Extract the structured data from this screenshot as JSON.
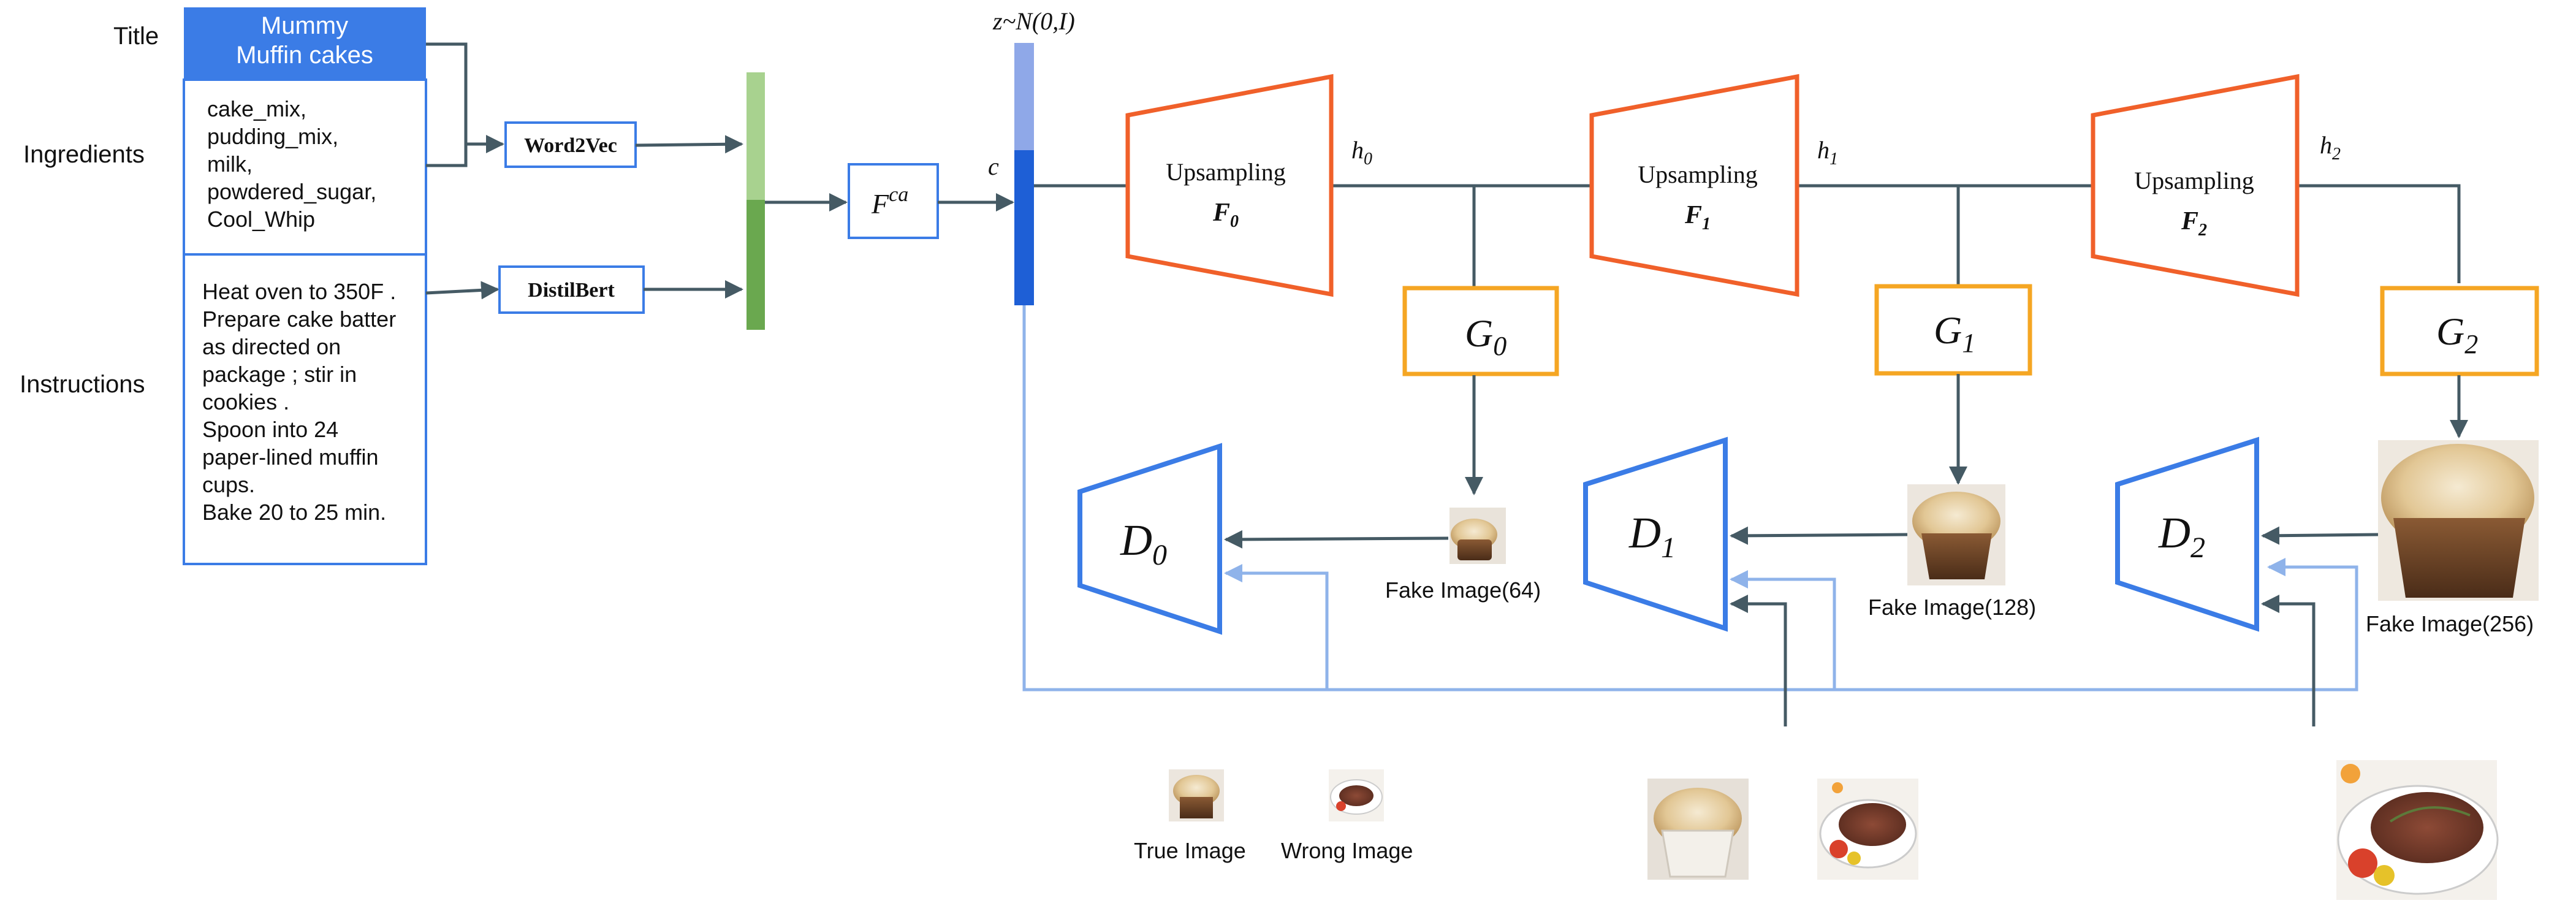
{
  "left_labels": {
    "title": "Title",
    "ingredients": "Ingredients",
    "instructions": "Instructions"
  },
  "recipe": {
    "title_lines": [
      "Mummy",
      "Muffin cakes"
    ],
    "ingredients": [
      "cake_mix,",
      "pudding_mix,",
      "milk,",
      "powdered_sugar,",
      "Cool_Whip"
    ],
    "instructions": [
      "Heat oven to 350F .",
      "Prepare cake batter",
      "as directed on",
      "package ; stir in",
      "cookies .",
      "Spoon into 24",
      "paper-lined muffin",
      "cups.",
      "Bake 20 to 25 min."
    ]
  },
  "encoders": {
    "word2vec": "Word2Vec",
    "distilbert": "DistilBert",
    "fca_base": "F",
    "fca_sup": "ca",
    "c_label": "c",
    "z_label": "z~N(0,I)"
  },
  "generator": {
    "upsampling_label": "Upsampling",
    "stages": [
      {
        "f_base": "F",
        "f_sub": "0",
        "h_base": "h",
        "h_sub": "0",
        "g_base": "G",
        "g_sub": "0",
        "d_base": "D",
        "d_sub": "0",
        "fake_caption": "Fake Image(64)"
      },
      {
        "f_base": "F",
        "f_sub": "1",
        "h_base": "h",
        "h_sub": "1",
        "g_base": "G",
        "g_sub": "1",
        "d_base": "D",
        "d_sub": "1",
        "fake_caption": "Fake Image(128)"
      },
      {
        "f_base": "F",
        "f_sub": "2",
        "h_base": "h",
        "h_sub": "2",
        "g_base": "G",
        "g_sub": "2",
        "d_base": "D",
        "d_sub": "2",
        "fake_caption": "Fake Image(256)"
      }
    ]
  },
  "legend": {
    "true_image": "True Image",
    "wrong_image": "Wrong Image"
  },
  "colors": {
    "title_fill": "#3b7ce6",
    "box_border": "#3b7ce6",
    "upsampler": "#f0602a",
    "g_box": "#f5a623",
    "discriminator": "#3b7ce6",
    "light_blue_line": "#8fb3ea",
    "dark_line": "#455a64",
    "vec_light_green": "#a8d28f",
    "vec_dark_green": "#6aa84f",
    "c_light_blue": "#8fa8e8",
    "c_dark_blue": "#1e5fd6"
  }
}
